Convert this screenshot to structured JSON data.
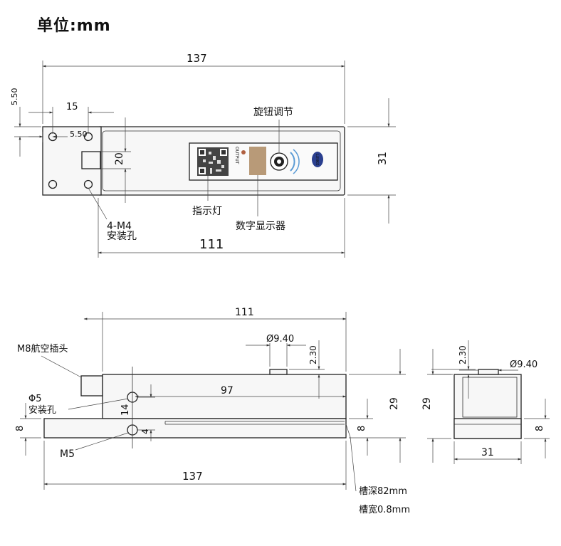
{
  "unit_title": "单位:mm",
  "top_view": {
    "dim_overall": "137",
    "dim_base": "111",
    "dim_height": "31",
    "dim_hole_offset_x": "15",
    "dim_hole_offset_y": "5.50",
    "dim_hole_edge": "5.50",
    "dim_flange": "20",
    "knob_label": "旋钮调节",
    "indicator_label": "指示灯",
    "display_label": "数字显示器",
    "mount_holes_label": "4-M4",
    "mount_holes_sub": "安装孔",
    "panel_output_text": "OUTPUT",
    "panel_logo_text": "LUNKE"
  },
  "front_view": {
    "dim_top": "111",
    "dim_knob_dia": "Ø9.40",
    "dim_knob_h": "2.30",
    "dim_97": "97",
    "dim_29": "29",
    "dim_8_right": "8",
    "dim_8_left": "8",
    "dim_14": "14",
    "dim_4": "4",
    "dim_bottom": "137",
    "connector_label": "M8航空插头",
    "hole_label": "Φ5",
    "hole_sub": "安装孔",
    "m5_label": "M5",
    "slot_depth": "槽深82mm",
    "slot_width": "槽宽0.8mm"
  },
  "side_view": {
    "dim_knob_h": "2.30",
    "dim_knob_dia": "Ø9.40",
    "dim_29": "29",
    "dim_8": "8",
    "dim_31": "31"
  }
}
